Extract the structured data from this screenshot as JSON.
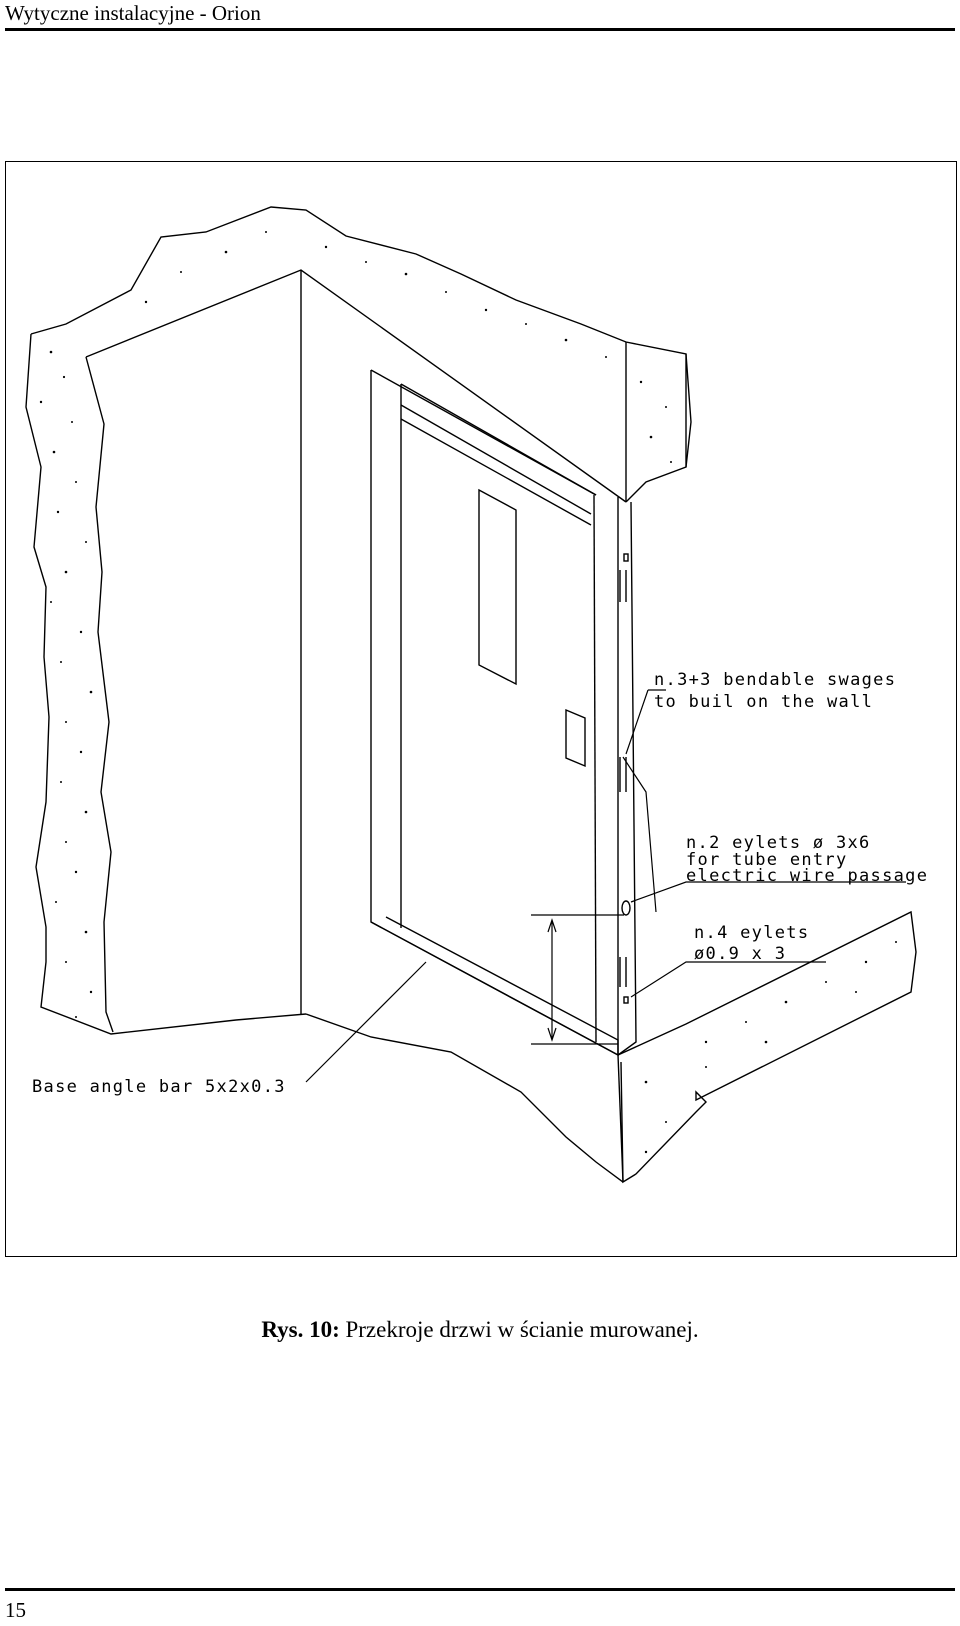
{
  "header": {
    "title": "Wytyczne instalacyjne - Orion"
  },
  "figure": {
    "annotations": {
      "swages": [
        "n.3+3 bendable swages",
        "to buil on the wall"
      ],
      "eylets_tube": [
        "n.2 eylets ø 3x6",
        "for tube entry",
        "electric wire passage"
      ],
      "eylets_small": [
        "n.4 eylets",
        "ø0.9 x 3"
      ],
      "base_angle": "Base angle bar 5x2x0.3"
    }
  },
  "caption": {
    "label": "Rys. 10:",
    "text": " Przekroje drzwi w ścianie murowanej."
  },
  "footer": {
    "page_number": "15"
  }
}
